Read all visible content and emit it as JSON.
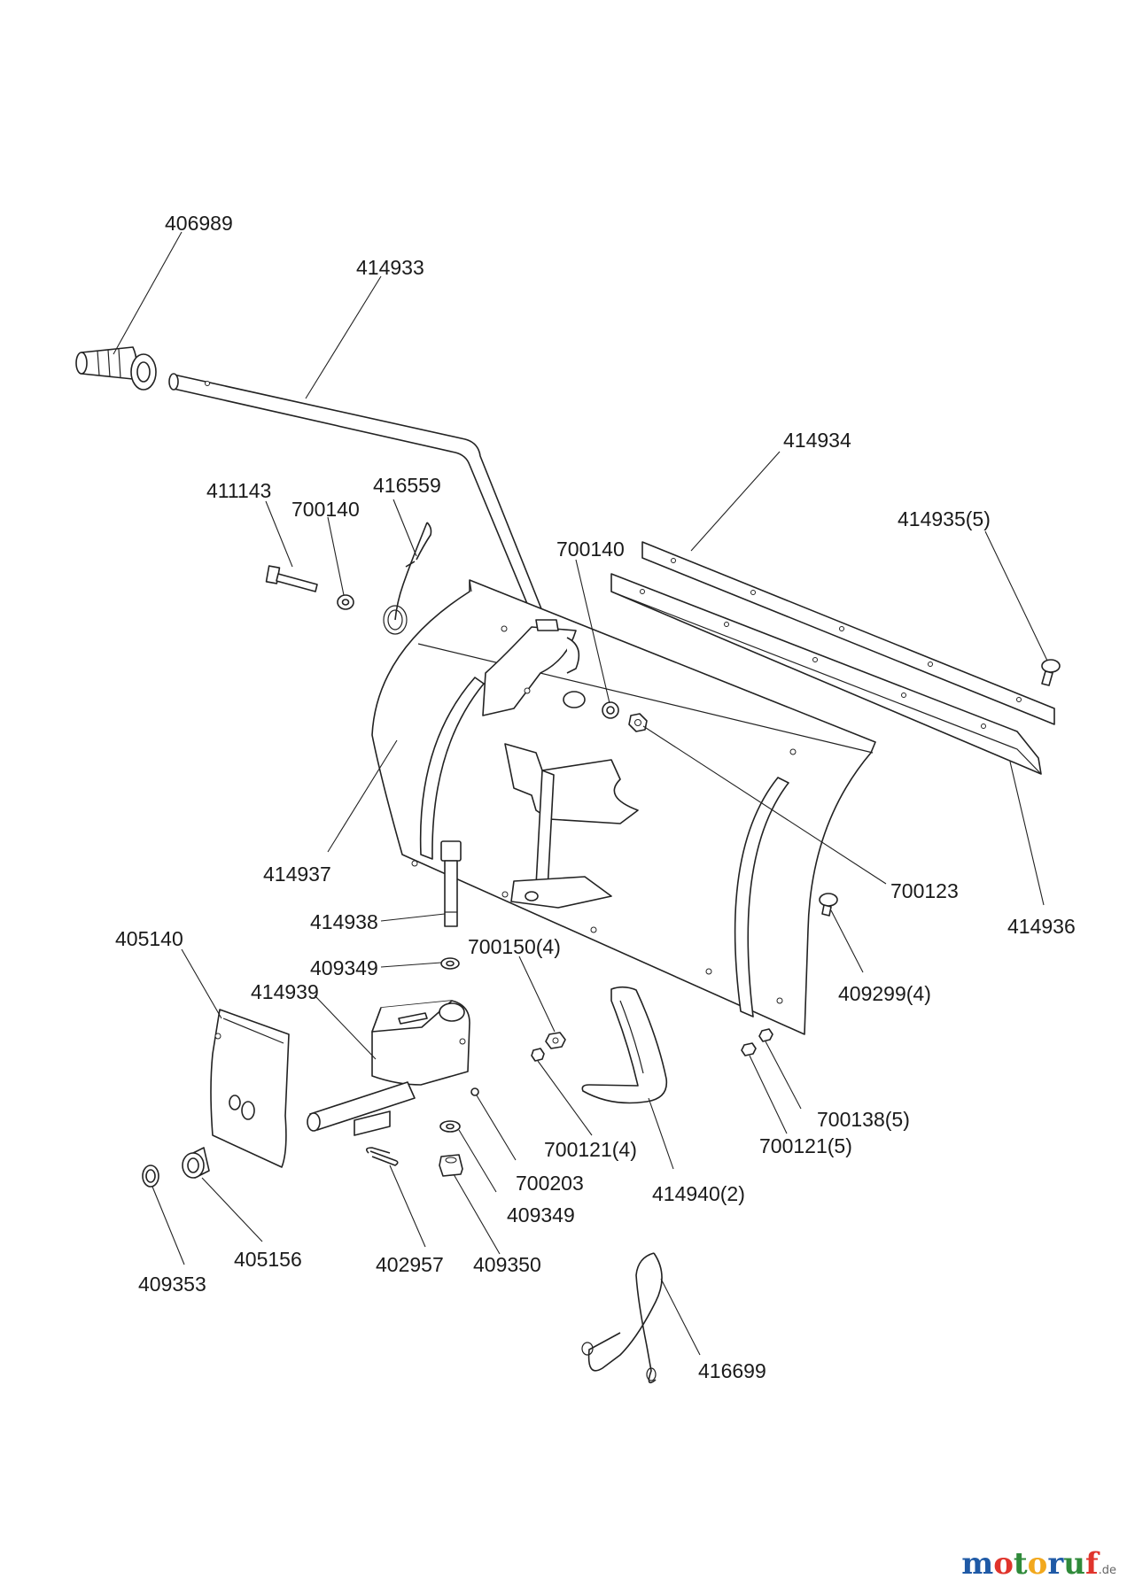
{
  "callouts": [
    "406989",
    "414933",
    "414934",
    "411143",
    "700140",
    "416559",
    "414935(5)",
    "700140",
    "414937",
    "700123",
    "414936",
    "414938",
    "405140",
    "700150(4)",
    "409349",
    "414939",
    "409299(4)",
    "700138(5)",
    "700121(4)",
    "700121(5)",
    "700203",
    "414940(2)",
    "409349",
    "405156",
    "402957",
    "409350",
    "409353",
    "416699"
  ],
  "watermark": {
    "letters": [
      "m",
      "o",
      "t",
      "o",
      "r",
      "u",
      "f"
    ],
    "letter_colors": [
      "#1f5aa6",
      "#e0342c",
      "#2f8a3a",
      "#f2a81d",
      "#1f5aa6",
      "#2f8a3a",
      "#e0342c"
    ],
    "tld": ".de"
  }
}
